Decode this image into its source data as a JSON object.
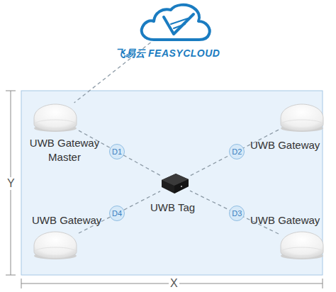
{
  "diagram": {
    "nodes": [
      {
        "text": [
          "飞易云",
          "FEASYCLOUD"
        ]
      },
      {
        "text": [
          "UWB Gateway Master"
        ]
      },
      {
        "text": [
          "UWB Gateway"
        ]
      },
      {
        "text": [
          "UWB Tag"
        ]
      },
      {
        "text": [
          "UWB Gateway"
        ]
      },
      {
        "text": [
          "UWB Gateway"
        ]
      }
    ],
    "edges": [
      {
        "from": 0,
        "to": 1,
        "arrow": "none"
      },
      {
        "from": 1,
        "to": 3,
        "label": "D1",
        "arrow": "none"
      },
      {
        "from": 2,
        "to": 3,
        "label": "D2",
        "arrow": "none"
      },
      {
        "from": 5,
        "to": 3,
        "label": "D3",
        "arrow": "none"
      },
      {
        "from": 4,
        "to": 3,
        "label": "D4",
        "arrow": "none"
      }
    ],
    "labels": [
      "Y",
      "X"
    ]
  }
}
